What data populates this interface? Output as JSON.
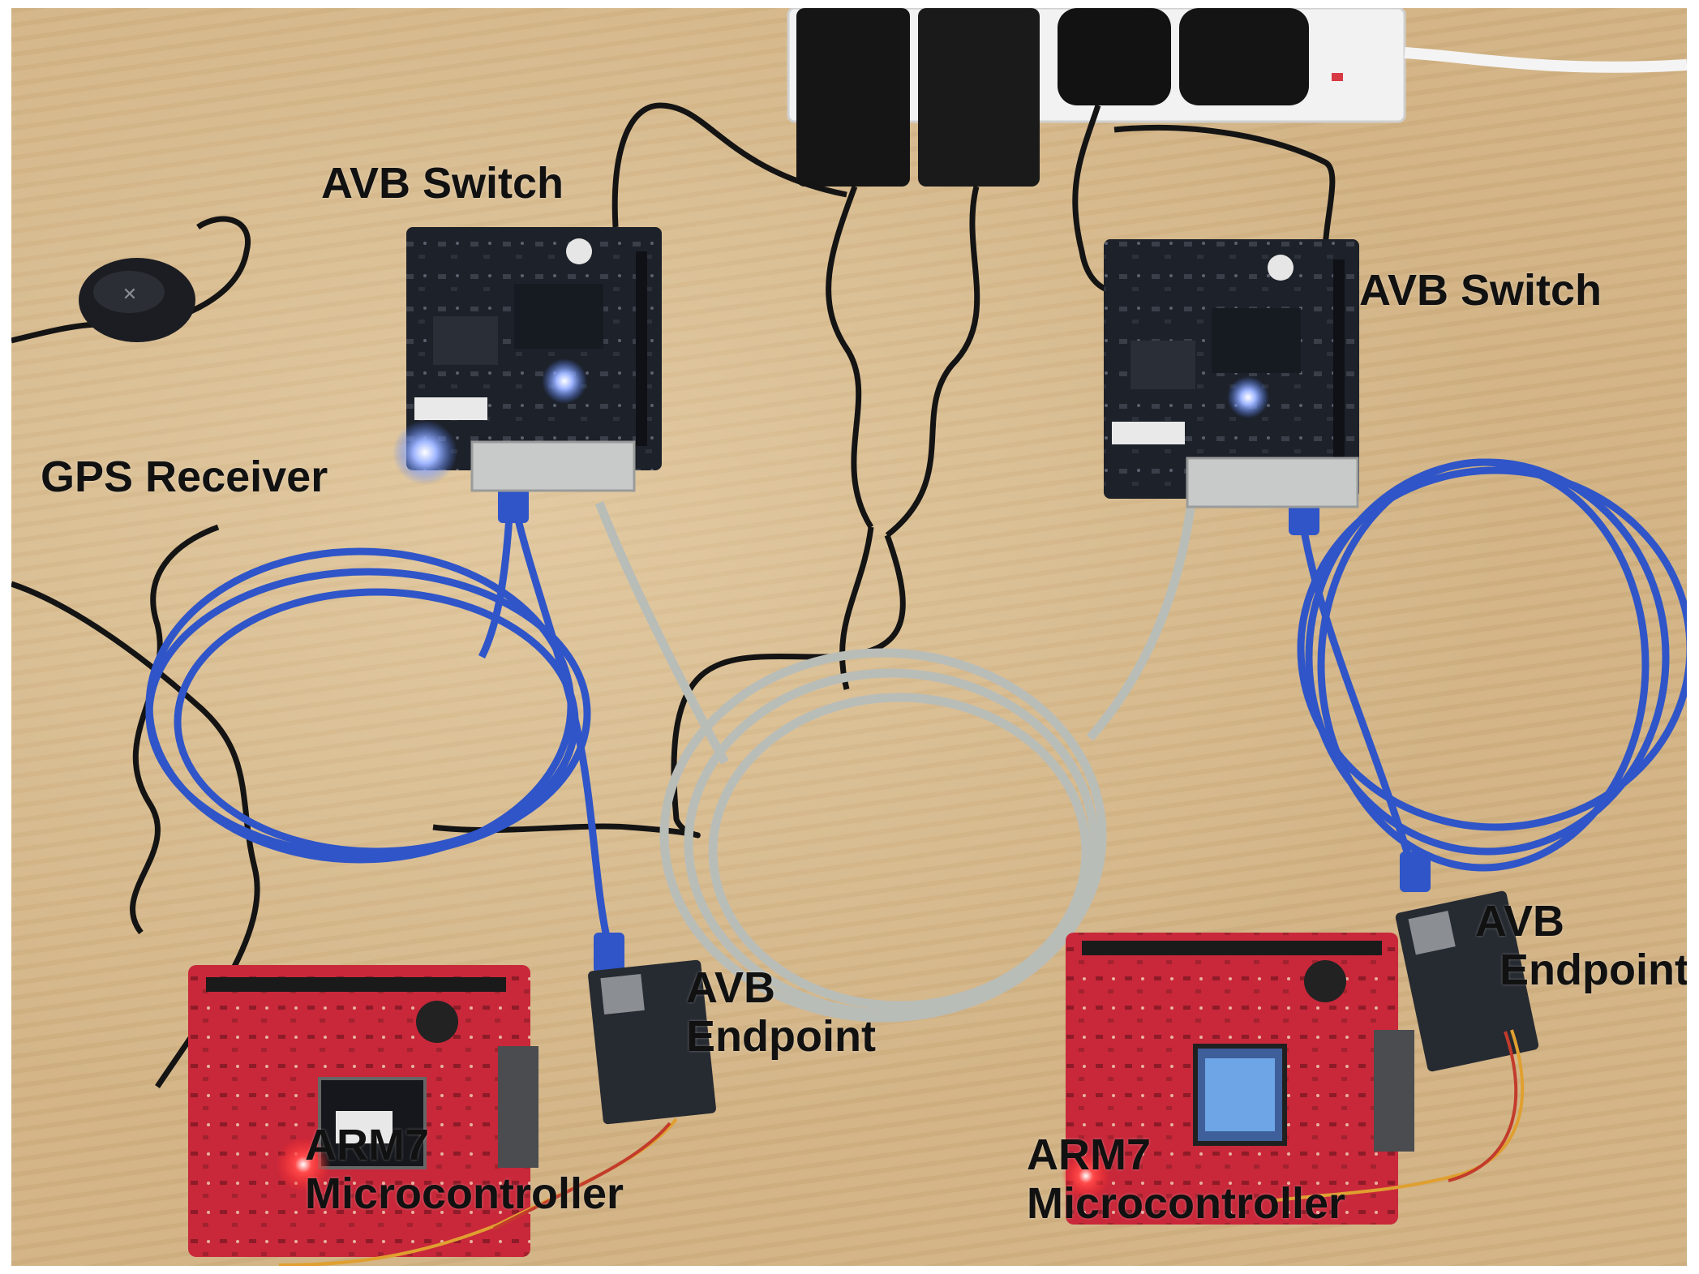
{
  "figure": {
    "colors": {
      "table": "#d2b384",
      "board_black": "#1d2129",
      "board_red": "#c8283a",
      "cable_blue": "#2f55c8",
      "cable_grey": "#b9bdb8",
      "cable_black": "#141414",
      "power_strip": "#f2f2f2",
      "adapter": "#151515",
      "led_blue": "#4d7cff",
      "led_red": "#ff2a2a"
    },
    "labels": {
      "avb_switch_left": "AVB Switch",
      "avb_switch_right": "AVB Switch",
      "gps_receiver": "GPS Receiver",
      "avb_endpoint_left": [
        "AVB",
        "Endpoint"
      ],
      "avb_endpoint_right": [
        "AVB",
        "Endpoint"
      ],
      "arm7_left": [
        "ARM7",
        "Microcontroller"
      ],
      "arm7_right": [
        "ARM7",
        "Microcontroller"
      ]
    }
  }
}
